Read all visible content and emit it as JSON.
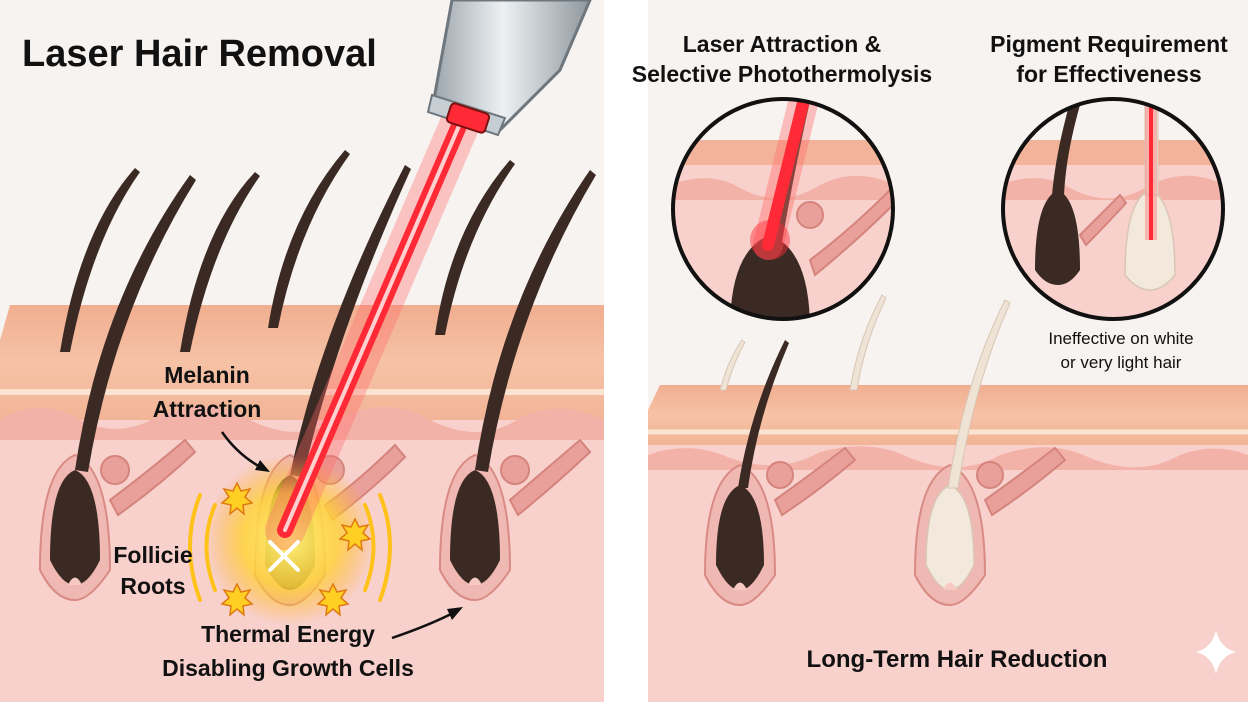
{
  "left_panel": {
    "title": "Laser Hair Removal",
    "labels": {
      "melanin_1": "Melanin",
      "melanin_2": "Attraction",
      "follicle_1": "Follicie",
      "follicle_2": "Roots",
      "thermal_1": "Thermal Energy",
      "thermal_2": "Disabling Growth Cells"
    }
  },
  "right_panel": {
    "inset_left_title_1": "Laser Attraction &",
    "inset_left_title_2": "Selective Photothermolysis",
    "inset_right_title_1": "Pigment Requirement",
    "inset_right_title_2": "for Effectiveness",
    "note_1": "Ineffective on white",
    "note_2": "or very light hair",
    "bottom_label": "Long-Term Hair Reduction"
  },
  "colors": {
    "background": "#f7f3f1",
    "skin_surface": "#f3b89c",
    "dermis": "#f8d0cc",
    "hair": "#3b2a23",
    "laser": "#e8222a",
    "glow": "#ffd23a",
    "light_hair": "#efe3d6"
  },
  "icons": [
    "laser-handpiece-icon",
    "x-mark-icon",
    "starburst-icon",
    "arrow-icon",
    "sparkle-icon"
  ]
}
